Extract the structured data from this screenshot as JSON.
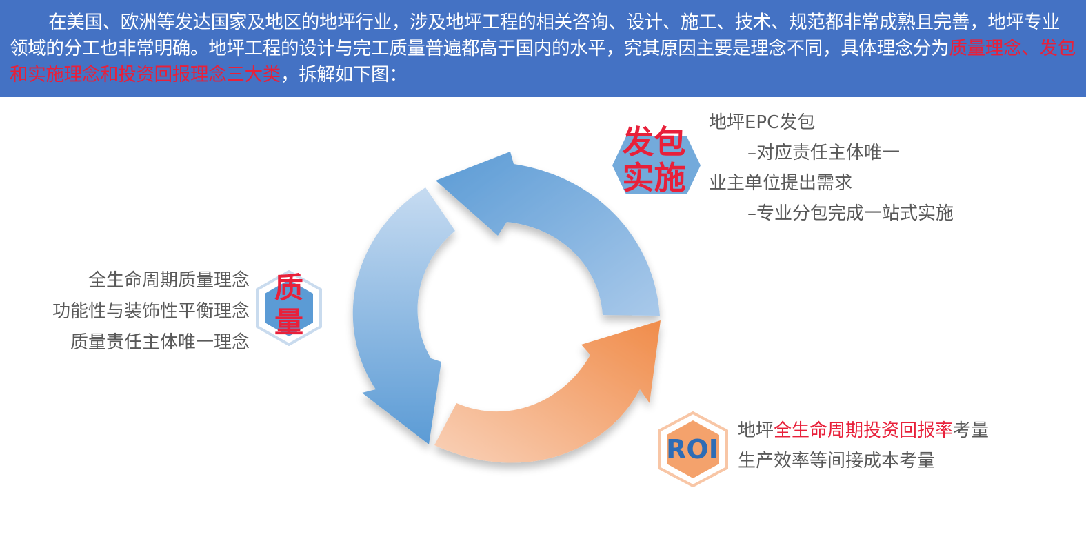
{
  "intro": {
    "lead": "在美国、欧洲等发达国家及地区的地坪行业，涉及地坪工程的相关咨询、设计、施工、技术、规范都非常成熟且完善，地坪专业领域的分工也非常明确。地坪工程的设计与完工质量普遍都高于国内的水平，究其原因主要是理念不同，具体理念分为",
    "highlight": "质量理念、发包和实施理念和投资回报理念三大类",
    "tail": "，拆解如下图："
  },
  "quality": {
    "badge_line1": "质",
    "badge_line2": "量",
    "items": [
      "全生命周期质量理念",
      "功能性与装饰性平衡理念",
      "质量责任主体唯一理念"
    ]
  },
  "contracting": {
    "badge_line1": "发包",
    "badge_line2": "实施",
    "item1": "地坪EPC发包",
    "item1_sub": "–对应责任主体唯一",
    "item2": "业主单位提出需求",
    "item2_sub": "–专业分包完成一站式实施"
  },
  "roi": {
    "badge": "ROI",
    "item1_prefix": "地坪",
    "item1_highlight": "全生命周期投资回报率",
    "item1_suffix": "考量",
    "item2": "生产效率等间接成本考量"
  },
  "colors": {
    "banner": "#4472c4",
    "highlight": "#e8203a",
    "blue_arrow": "#5b9bd5",
    "orange_arrow": "#f4b183",
    "text": "#595959"
  }
}
